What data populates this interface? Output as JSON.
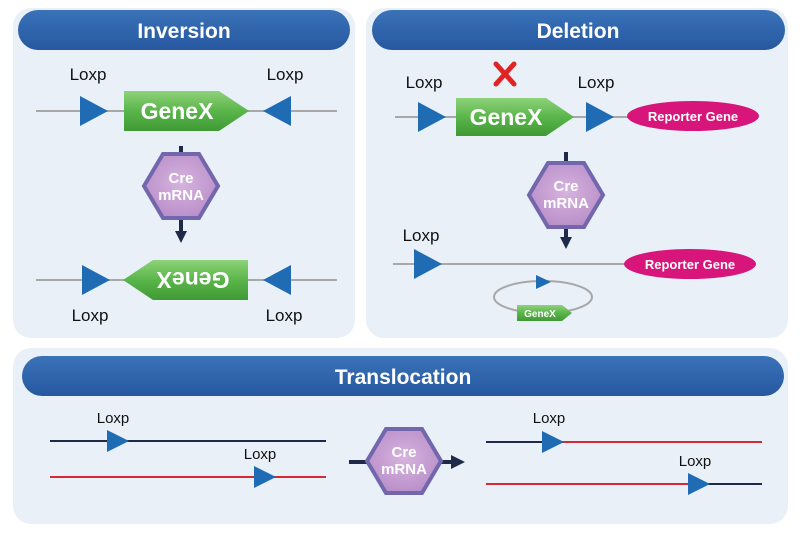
{
  "panels": {
    "inversion": {
      "title": "Inversion",
      "loxp_top_left": "Loxp",
      "loxp_top_right": "Loxp",
      "loxp_bottom_left": "Loxp",
      "loxp_bottom_right": "Loxp",
      "gene": "GeneX",
      "gene_inverted": "GeneX",
      "enzyme_line1": "Cre",
      "enzyme_line2": "mRNA"
    },
    "deletion": {
      "title": "Deletion",
      "loxp_top_left": "Loxp",
      "loxp_top_right": "Loxp",
      "loxp_bottom": "Loxp",
      "gene": "GeneX",
      "excised_gene": "GeneX",
      "reporter_top": "Reporter Gene",
      "reporter_bottom": "Reporter Gene",
      "enzyme_line1": "Cre",
      "enzyme_line2": "mRNA"
    },
    "translocation": {
      "title": "Translocation",
      "loxp_a": "Loxp",
      "loxp_b": "Loxp",
      "loxp_c": "Loxp",
      "loxp_d": "Loxp",
      "enzyme_line1": "Cre",
      "enzyme_line2": "mRNA"
    }
  },
  "icons": {
    "deletion_marker": "x-mark-icon",
    "loxp_site": "triangle-icon",
    "enzyme": "hexagon-icon"
  },
  "colors": {
    "panel_background": "#e9f0f8",
    "header": "#2e62a8",
    "loxp": "#1f6cb4",
    "gene": "#5ab54a",
    "enzyme_fill": "#c59ed0",
    "enzyme_border": "#7267ac",
    "reporter": "#d8157a",
    "x_mark": "#e02424",
    "red_strand": "#d82836",
    "dark_strand": "#1e2a48",
    "gray_strand": "#a8a8a8"
  }
}
